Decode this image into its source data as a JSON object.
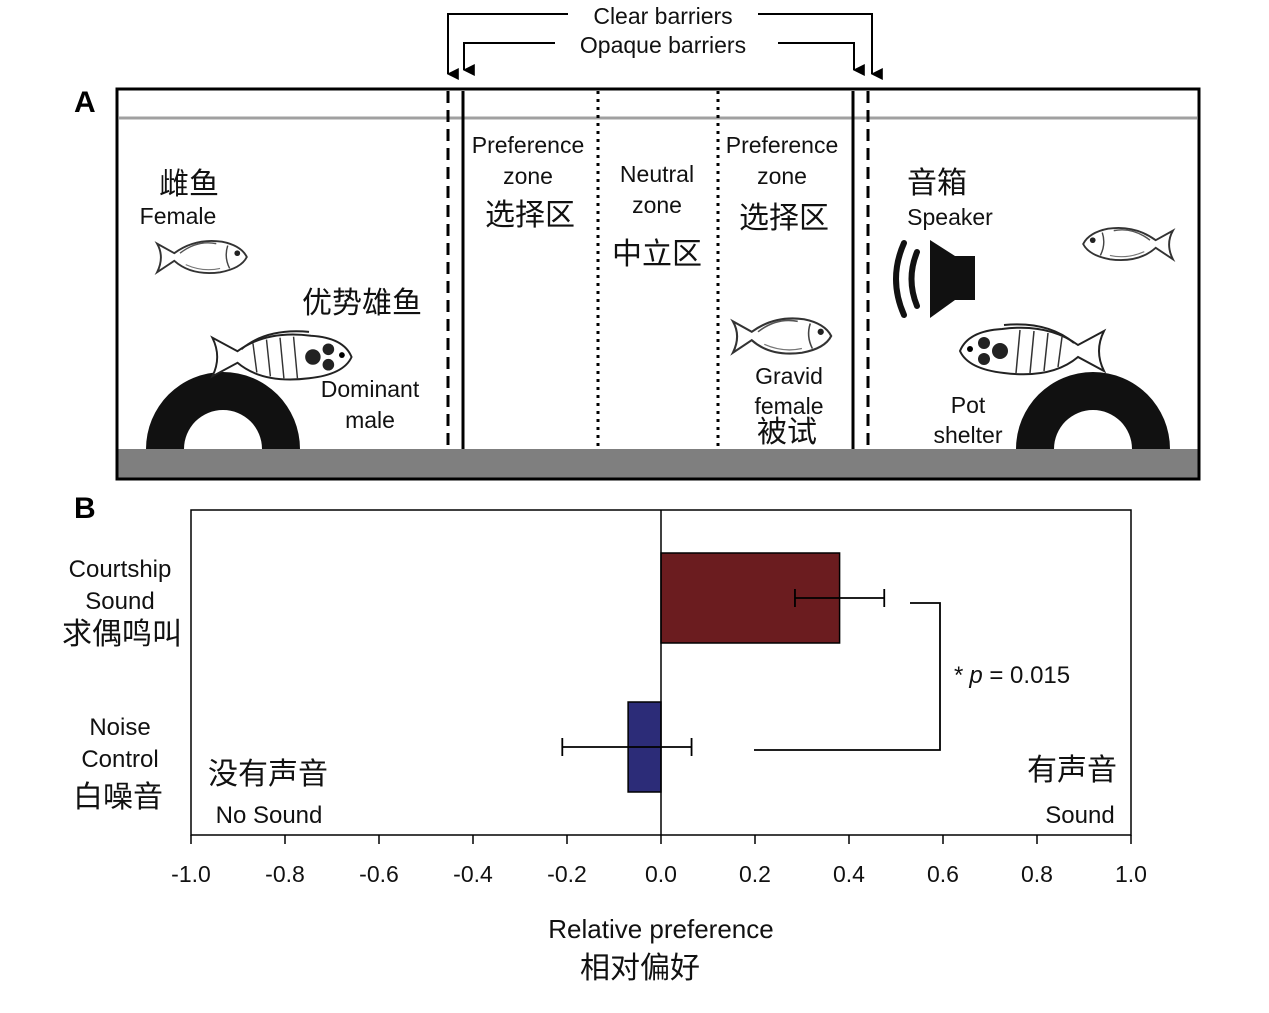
{
  "panel_a": {
    "letter": "A",
    "barrier_legend": {
      "clear": "Clear barriers",
      "opaque": "Opaque barriers"
    },
    "left_compartment": {
      "female_cn": "雌鱼",
      "female_en": "Female",
      "dominant_cn": "优势雄鱼",
      "dominant_en_line1": "Dominant",
      "dominant_en_line2": "male"
    },
    "pref_zone_left": {
      "line1": "Preference",
      "line2": "zone",
      "cn": "选择区"
    },
    "neutral_zone": {
      "line1": "Neutral",
      "line2": "zone",
      "cn": "中立区"
    },
    "pref_zone_right": {
      "line1": "Preference",
      "line2": "zone",
      "cn": "选择区"
    },
    "test_fish": {
      "line1": "Gravid",
      "line2": "female",
      "cn": "被试"
    },
    "right_compartment": {
      "speaker_cn": "音箱",
      "speaker_en": "Speaker",
      "pot_line1": "Pot",
      "pot_line2": "shelter"
    },
    "colors": {
      "gravel": "#7f7f7f",
      "water_line": "#a0a0a0",
      "frame": "#000000"
    }
  },
  "panel_b": {
    "letter": "B",
    "chart_data": {
      "type": "bar",
      "orientation": "horizontal",
      "categories": [
        {
          "en_line1": "Courtship",
          "en_line2": "Sound",
          "cn": "求偶鸣叫"
        },
        {
          "en_line1": "Noise",
          "en_line2": "Control",
          "cn": "白噪音"
        }
      ],
      "values": [
        0.38,
        -0.07
      ],
      "errors": [
        {
          "low": 0.285,
          "high": 0.475
        },
        {
          "low": -0.21,
          "high": 0.065
        }
      ],
      "bar_colors": [
        "#6b1c1f",
        "#2c2c78"
      ],
      "xlim": [
        -1.0,
        1.0
      ],
      "xticks": [
        -1.0,
        -0.8,
        -0.6,
        -0.4,
        -0.2,
        0.0,
        0.2,
        0.4,
        0.6,
        0.8,
        1.0
      ],
      "tick_labels": [
        "-1.0",
        "-0.8",
        "-0.6",
        "-0.4",
        "-0.2",
        "0.0",
        "0.2",
        "0.4",
        "0.6",
        "0.8",
        "1.0"
      ],
      "xlabel": "Relative preference",
      "xlabel_cn": "相对偏好",
      "significance": {
        "star": "*",
        "p_symbol": "p",
        "p_text": " = 0.015"
      },
      "corner_labels": {
        "left_cn": "没有声音",
        "left_en": "No Sound",
        "right_cn": "有声音",
        "right_en": "Sound"
      }
    }
  }
}
